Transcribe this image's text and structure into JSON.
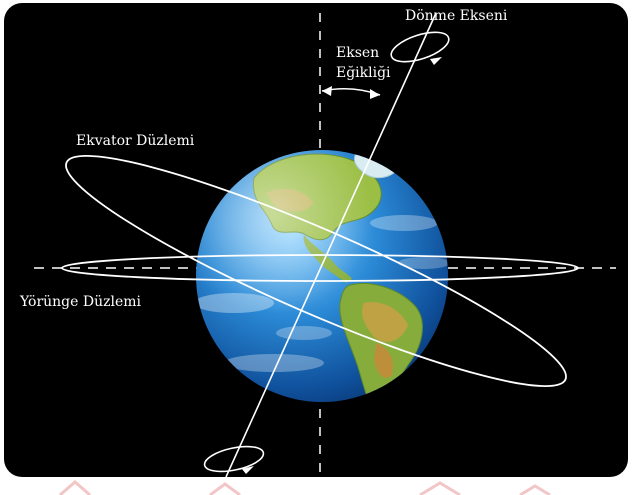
{
  "labels": {
    "rotation_axis": "Dönme Ekseni",
    "axial_tilt_line1": "Eksen",
    "axial_tilt_line2": "Eğikliği",
    "equatorial_plane": "Ekvator Düzlemi",
    "orbital_plane": "Yörünge Düzlemi"
  },
  "colors": {
    "background": "#000000",
    "lines": "#ffffff",
    "ocean": "#1f78c8",
    "land": "#8cb43c"
  }
}
